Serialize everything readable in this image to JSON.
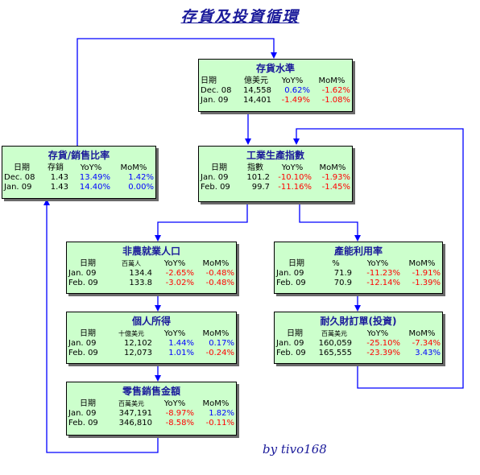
{
  "title": "存貨及投資循環",
  "byline": "by tivo168",
  "colors": {
    "box_bg": "#ccffcc",
    "arrow": "#0000ff",
    "title": "#1a1a9a",
    "positive": "#0000ff",
    "negative": "#ff0000"
  },
  "inventory_level": {
    "title": "存貨水準",
    "headers": [
      "日期",
      "億美元",
      "YoY%",
      "MoM%"
    ],
    "rows": [
      {
        "date": "Dec. 08",
        "value": "14,558",
        "yoy": "0.62%",
        "mom": "-1.62%"
      },
      {
        "date": "Jan. 09",
        "value": "14,401",
        "yoy": "-1.49%",
        "mom": "-1.08%"
      }
    ]
  },
  "inventory_sales_ratio": {
    "title": "存貨/銷售比率",
    "headers": [
      "日期",
      "存銷",
      "YoY%",
      "MoM%"
    ],
    "rows": [
      {
        "date": "Dec. 08",
        "value": "1.43",
        "yoy": "13.49%",
        "mom": "1.42%"
      },
      {
        "date": "Jan. 09",
        "value": "1.43",
        "yoy": "14.40%",
        "mom": "0.00%"
      }
    ]
  },
  "industrial_production": {
    "title": "工業生產指數",
    "headers": [
      "日期",
      "指數",
      "YoY%",
      "MoM%"
    ],
    "rows": [
      {
        "date": "Jan. 09",
        "value": "101.2",
        "yoy": "-10.10%",
        "mom": "-1.93%"
      },
      {
        "date": "Feb. 09",
        "value": "99.7",
        "yoy": "-11.16%",
        "mom": "-1.45%"
      }
    ]
  },
  "nonfarm_payrolls": {
    "title": "非農就業人口",
    "headers": [
      "日期",
      "百萬人",
      "YoY%",
      "MoM%"
    ],
    "rows": [
      {
        "date": "Jan. 09",
        "value": "134.4",
        "yoy": "-2.65%",
        "mom": "-0.48%"
      },
      {
        "date": "Feb. 09",
        "value": "133.8",
        "yoy": "-3.02%",
        "mom": "-0.48%"
      }
    ]
  },
  "capacity_utilization": {
    "title": "產能利用率",
    "headers": [
      "日期",
      "%",
      "YoY%",
      "MoM%"
    ],
    "rows": [
      {
        "date": "Jan. 09",
        "value": "71.9",
        "yoy": "-11.23%",
        "mom": "-1.91%"
      },
      {
        "date": "Feb. 09",
        "value": "70.9",
        "yoy": "-12.14%",
        "mom": "-1.39%"
      }
    ]
  },
  "personal_income": {
    "title": "個人所得",
    "headers": [
      "日期",
      "十億美元",
      "YoY%",
      "MoM%"
    ],
    "rows": [
      {
        "date": "Jan. 09",
        "value": "12,102",
        "yoy": "1.44%",
        "mom": "0.17%"
      },
      {
        "date": "Feb. 09",
        "value": "12,073",
        "yoy": "1.01%",
        "mom": "-0.24%"
      }
    ]
  },
  "durable_goods_orders": {
    "title": "耐久財訂單(投資)",
    "headers": [
      "日期",
      "百萬美元",
      "YoY%",
      "MoM%"
    ],
    "rows": [
      {
        "date": "Jan. 09",
        "value": "160,059",
        "yoy": "-25.10%",
        "mom": "-7.34%"
      },
      {
        "date": "Feb. 09",
        "value": "165,555",
        "yoy": "-23.39%",
        "mom": "3.43%"
      }
    ]
  },
  "retail_sales": {
    "title": "零售銷售金額",
    "headers": [
      "日期",
      "百萬美元",
      "YoY%",
      "MoM%"
    ],
    "rows": [
      {
        "date": "Jan. 09",
        "value": "347,191",
        "yoy": "-8.97%",
        "mom": "1.82%"
      },
      {
        "date": "Feb. 09",
        "value": "346,810",
        "yoy": "-8.58%",
        "mom": "-0.11%"
      }
    ]
  }
}
